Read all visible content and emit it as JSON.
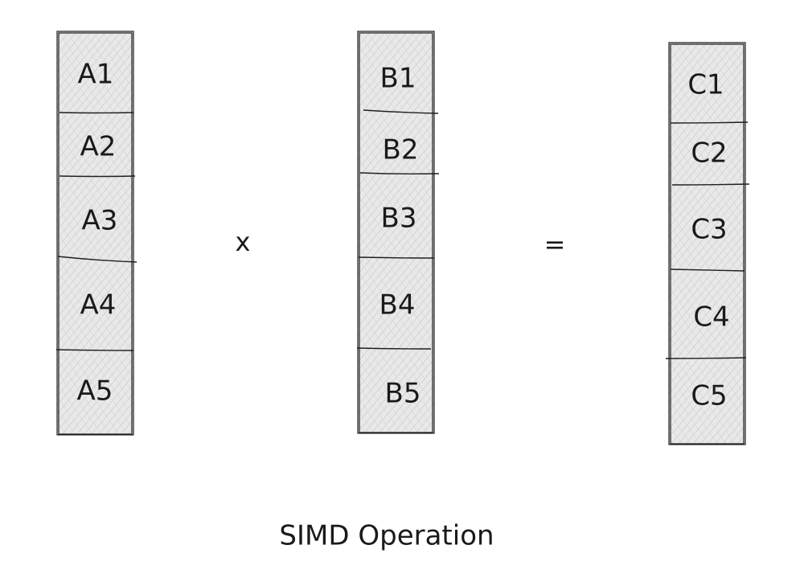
{
  "vectors": [
    {
      "id": "a",
      "cells": [
        "A1",
        "A2",
        "A3",
        "A4",
        "A5"
      ]
    },
    {
      "id": "b",
      "cells": [
        "B1",
        "B2",
        "B3",
        "B4",
        "B5"
      ]
    },
    {
      "id": "c",
      "cells": [
        "C1",
        "C2",
        "C3",
        "C4",
        "C5"
      ]
    }
  ],
  "operators": {
    "multiply": "x",
    "equals": "="
  },
  "caption": "SIMD Operation",
  "colors": {
    "cell_fill": "#e9e9e9",
    "hatch": "#c4c4c4",
    "stroke": "#1f1f1f",
    "text": "#1a1a1a"
  }
}
